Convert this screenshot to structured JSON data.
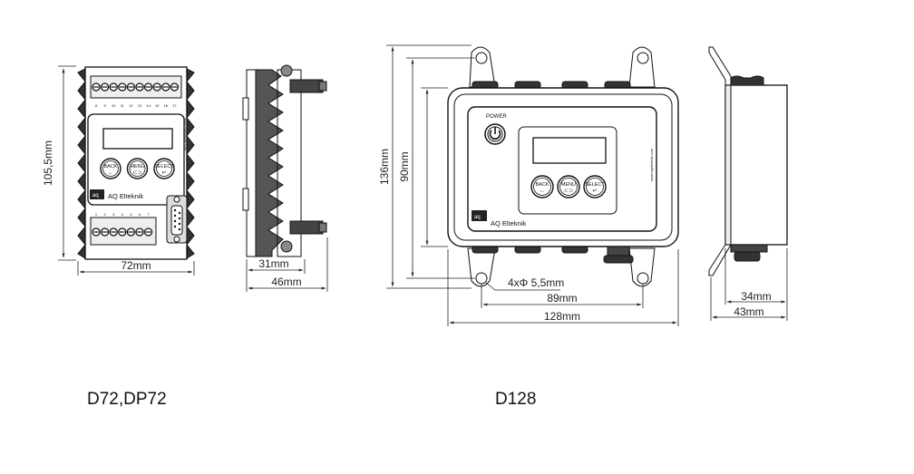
{
  "d72": {
    "caption": "D72,DP72",
    "dims": {
      "height": "105,5mm",
      "width": "72mm",
      "depth_inner": "31mm",
      "depth_outer": "46mm"
    },
    "terminal_numbers_top": [
      "8",
      "9",
      "10",
      "11",
      "12",
      "13",
      "14",
      "15",
      "16",
      "17"
    ],
    "terminal_numbers_bottom": [
      "1",
      "2",
      "3",
      "4",
      "5",
      "6",
      "7"
    ],
    "buttons": [
      {
        "label": "BACK",
        "symbol": "←"
      },
      {
        "label": "MENU",
        "symbol": "⊂⊃"
      },
      {
        "label": "SELECT",
        "symbol": "↵"
      }
    ],
    "brand": "AQ Elteknik",
    "logo": "aq",
    "website": "www.aqelteknik.com"
  },
  "d128": {
    "caption": "D128",
    "dims": {
      "height_outer": "136mm",
      "height_inner": "90mm",
      "hole_spacing": "89mm",
      "width": "128mm",
      "holes": "4xΦ 5,5mm",
      "depth_inner": "34mm",
      "depth_outer": "43mm"
    },
    "power_label": "POWER",
    "buttons": [
      {
        "label": "BACK",
        "symbol": "←"
      },
      {
        "label": "MENU",
        "symbol": "⊂⊃"
      },
      {
        "label": "SELECT",
        "symbol": "↵"
      }
    ],
    "brand": "AQ Elteknik",
    "logo": "aq",
    "website": "www.aqelteknik.com"
  }
}
